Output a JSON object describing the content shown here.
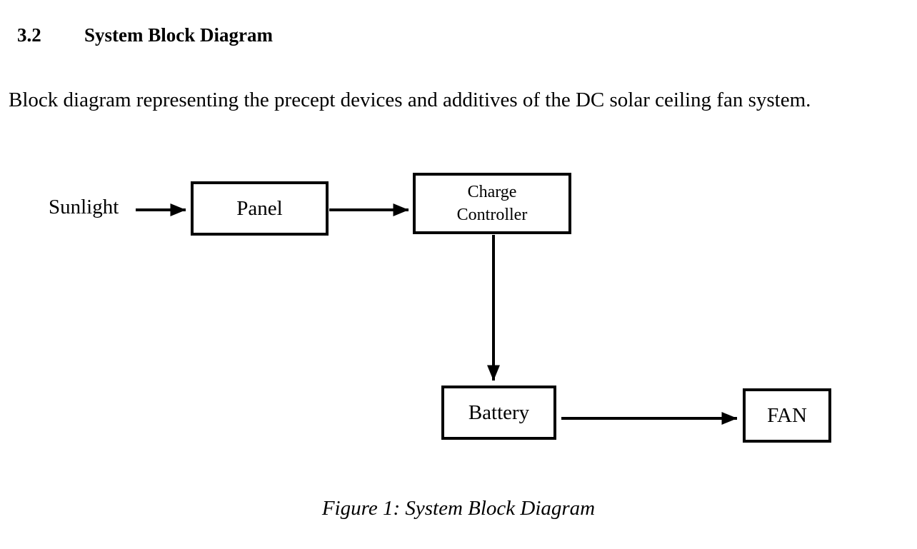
{
  "page": {
    "background_color": "#ffffff",
    "text_color": "#000000",
    "line_color": "#000000"
  },
  "heading": {
    "number": "3.2",
    "title": "System Block Diagram"
  },
  "paragraph": "Block diagram representing the precept devices and additives of the DC solar ceiling fan system.",
  "diagram": {
    "source_label": "Sunlight",
    "blocks": [
      {
        "id": "panel",
        "label": "Panel"
      },
      {
        "id": "charge-controller",
        "label": "Charge Controller",
        "label_lines": [
          "Charge",
          "Controller"
        ]
      },
      {
        "id": "battery",
        "label": "Battery"
      },
      {
        "id": "fan",
        "label": "FAN"
      }
    ],
    "connections": [
      {
        "from": "Sunlight",
        "to": "Panel"
      },
      {
        "from": "Panel",
        "to": "Charge Controller"
      },
      {
        "from": "Charge Controller",
        "to": "Battery"
      },
      {
        "from": "Battery",
        "to": "FAN"
      }
    ]
  },
  "caption": "Figure 1: System Block Diagram"
}
